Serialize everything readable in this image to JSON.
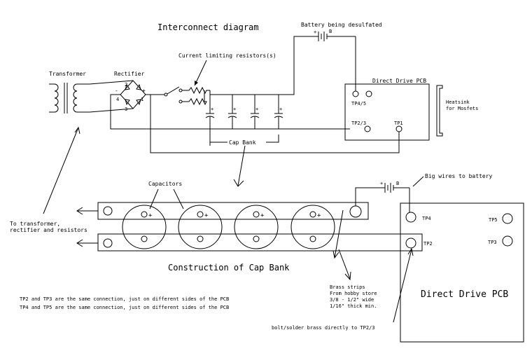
{
  "titles": {
    "interconnect": "Interconnect diagram",
    "construction": "Construction of Cap Bank"
  },
  "labels": {
    "transformer": "Transformer",
    "rectifier": "Rectifier",
    "resistors": "Current limiting resistors(s)",
    "battery_top": "Battery being desulfated",
    "pcb_small": "Direct Drive PCB",
    "heatsink_line1": "Heatsink",
    "heatsink_line2": "for Mosfets",
    "cap_bank": "Cap Bank",
    "capacitors": "Capacitors",
    "big_wires": "Big wires to battery",
    "to_transformer_line1": "To transformer,",
    "to_transformer_line2": "rectifier and resistors",
    "brass_line1": "Brass strips",
    "brass_line2": "From hobby store",
    "brass_line3": "3/8 - 1/2\" wide",
    "brass_line4": "1/16\" thick min.",
    "bolt": "bolt/solder brass directly to TP2/3",
    "pcb_big": "Direct Drive PCB"
  },
  "test_points": {
    "tp45": "TP4/5",
    "tp23": "TP2/3",
    "tp1": "TP1",
    "tp4": "TP4",
    "tp5": "TP5",
    "tp2": "TP2",
    "tp3": "TP3"
  },
  "polarity": {
    "plus": "+",
    "minus": "-",
    "battery_b": "B"
  },
  "rectifier_pins": [
    "2",
    "4",
    "1",
    "3"
  ],
  "notes": [
    "TP2 and TP3 are the same connection, just on different sides of the PCB",
    "TP4 and TP5 are the same connection, just on different sides of the PCB"
  ]
}
